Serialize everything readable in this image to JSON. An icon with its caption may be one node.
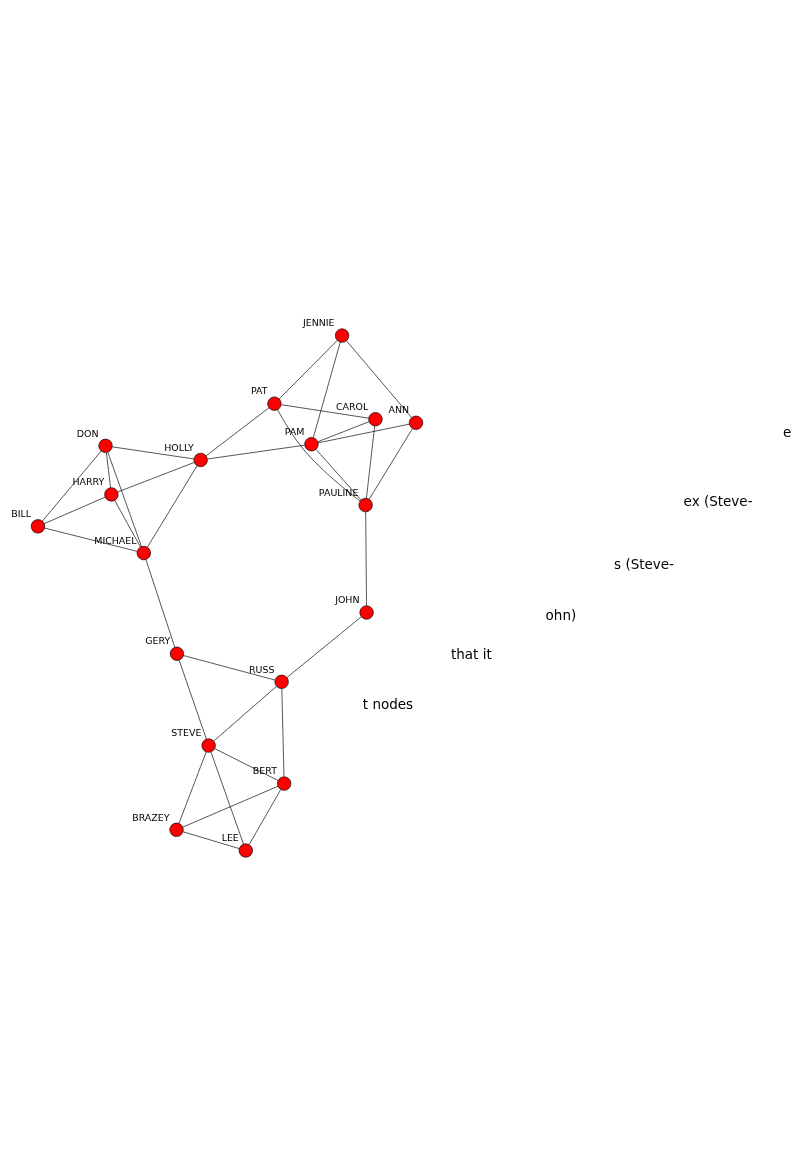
{
  "diagram": {
    "nodes": [
      {
        "text": [
          "BRAZEY"
        ]
      },
      {
        "text": [
          "LEE"
        ]
      },
      {
        "text": [
          "STEVE"
        ]
      },
      {
        "text": [
          "BERT"
        ]
      },
      {
        "text": [
          "BILL"
        ]
      },
      {
        "text": [
          "GERY"
        ]
      },
      {
        "text": [
          "RUSS"
        ]
      },
      {
        "text": [
          "MICHAEL"
        ]
      },
      {
        "text": [
          "HARRY"
        ]
      },
      {
        "text": [
          "DON"
        ]
      },
      {
        "text": [
          "JOHN"
        ]
      },
      {
        "text": [
          "HOLLY"
        ]
      },
      {
        "text": [
          "PAULINE"
        ]
      },
      {
        "text": [
          "PAM"
        ]
      },
      {
        "text": [
          "PAT"
        ]
      },
      {
        "text": [
          "CAROL"
        ]
      },
      {
        "text": [
          "ANN"
        ]
      },
      {
        "text": [
          "JENNIE"
        ]
      }
    ],
    "edges": [
      {
        "from": 0,
        "to": 1,
        "arrow": "none"
      },
      {
        "from": 0,
        "to": 3,
        "arrow": "none"
      },
      {
        "from": 0,
        "to": 2,
        "arrow": "none"
      },
      {
        "from": 1,
        "to": 3,
        "arrow": "none"
      },
      {
        "from": 1,
        "to": 2,
        "arrow": "none"
      },
      {
        "from": 3,
        "to": 2,
        "arrow": "none"
      },
      {
        "from": 3,
        "to": 6,
        "arrow": "none"
      },
      {
        "from": 2,
        "to": 6,
        "arrow": "none"
      },
      {
        "from": 2,
        "to": 5,
        "arrow": "none"
      },
      {
        "from": 6,
        "to": 5,
        "arrow": "none"
      },
      {
        "from": 5,
        "to": 7,
        "arrow": "none"
      },
      {
        "from": 6,
        "to": 10,
        "arrow": "none"
      },
      {
        "from": 4,
        "to": 7,
        "arrow": "none"
      },
      {
        "from": 4,
        "to": 8,
        "arrow": "none"
      },
      {
        "from": 4,
        "to": 9,
        "arrow": "none"
      },
      {
        "from": 7,
        "to": 8,
        "arrow": "none"
      },
      {
        "from": 7,
        "to": 9,
        "arrow": "none"
      },
      {
        "from": 7,
        "to": 11,
        "arrow": "none"
      },
      {
        "from": 8,
        "to": 9,
        "arrow": "none"
      },
      {
        "from": 8,
        "to": 11,
        "arrow": "none"
      },
      {
        "from": 9,
        "to": 11,
        "arrow": "none"
      },
      {
        "from": 10,
        "to": 12,
        "arrow": "none"
      },
      {
        "from": 11,
        "to": 13,
        "arrow": "none"
      },
      {
        "from": 11,
        "to": 14,
        "arrow": "none"
      },
      {
        "from": 12,
        "to": 13,
        "arrow": "none"
      },
      {
        "from": 12,
        "to": 14,
        "arrow": "none"
      },
      {
        "from": 12,
        "to": 16,
        "arrow": "none"
      },
      {
        "from": 12,
        "to": 15,
        "arrow": "none"
      },
      {
        "from": 13,
        "to": 16,
        "arrow": "none"
      },
      {
        "from": 13,
        "to": 15,
        "arrow": "none"
      },
      {
        "from": 13,
        "to": 17,
        "arrow": "none"
      },
      {
        "from": 14,
        "to": 15,
        "arrow": "none"
      },
      {
        "from": 14,
        "to": 17,
        "arrow": "none"
      },
      {
        "from": 16,
        "to": 17,
        "arrow": "none"
      }
    ],
    "labels": [
      "e",
      "ex (Steve-",
      "s (Steve-",
      "ohn)",
      "that it",
      "t nodes"
    ]
  }
}
